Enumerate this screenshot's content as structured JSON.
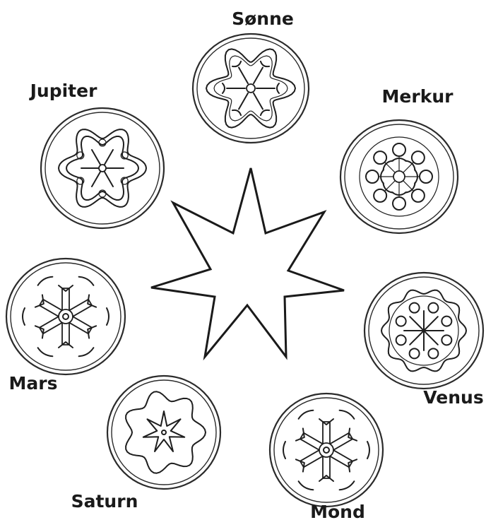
{
  "planets": [
    {
      "key": "sonne",
      "label": "Sønne",
      "pattern": "rose"
    },
    {
      "key": "merkur",
      "label": "Merkur",
      "pattern": "knot"
    },
    {
      "key": "venus",
      "label": "Venus",
      "pattern": "wheel"
    },
    {
      "key": "mond",
      "label": "Mond",
      "pattern": "spiky"
    },
    {
      "key": "saturn",
      "label": "Saturn",
      "pattern": "simple"
    },
    {
      "key": "mars",
      "label": "Mars",
      "pattern": "spiky"
    },
    {
      "key": "jupiter",
      "label": "Jupiter",
      "pattern": "lobed"
    }
  ],
  "center": {
    "shape": "seven-pointed-star"
  },
  "colors": {
    "line": "#1e1e1e",
    "background": "#ffffff"
  }
}
